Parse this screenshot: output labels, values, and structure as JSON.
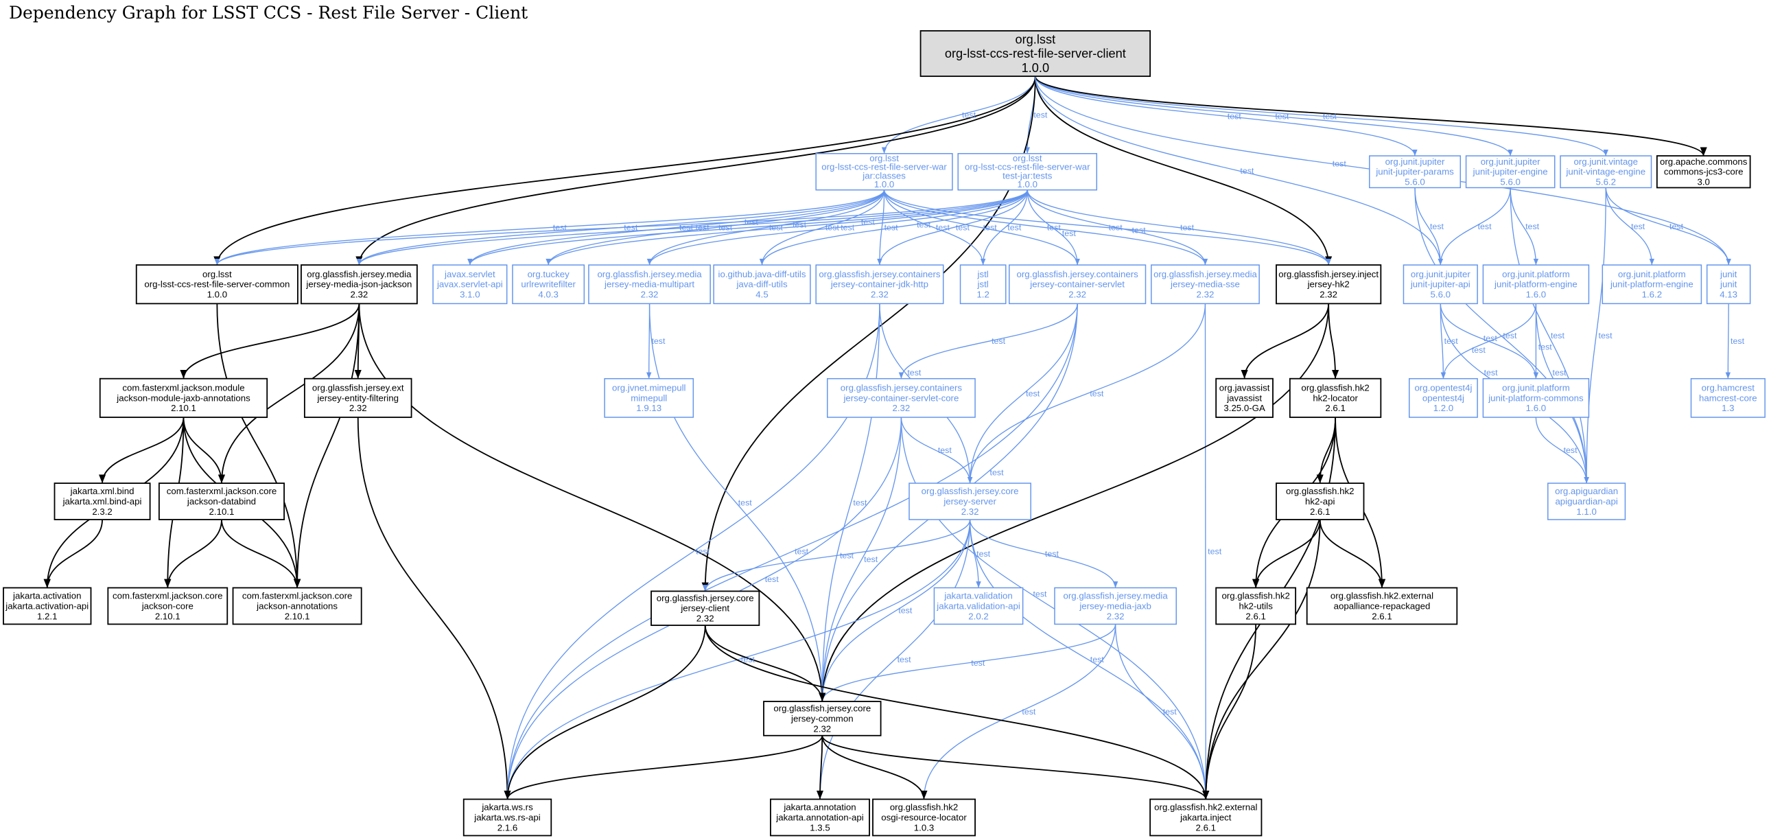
{
  "title": "Dependency Graph for LSST CCS - Rest File Server - Client",
  "colors": {
    "compile": "#000000",
    "test": "#6495ED",
    "root_fill": "#DCDCDC"
  },
  "nodes": [
    {
      "id": "root",
      "lines": [
        "org.lsst",
        "org-lsst-ccs-rest-file-server-client",
        "1.0.0"
      ],
      "scope": "root"
    },
    {
      "id": "warjar",
      "lines": [
        "org.lsst",
        "org-lsst-ccs-rest-file-server-war",
        "jar:classes",
        "1.0.0"
      ],
      "scope": "test"
    },
    {
      "id": "wartest",
      "lines": [
        "org.lsst",
        "org-lsst-ccs-rest-file-server-war",
        "test-jar:tests",
        "1.0.0"
      ],
      "scope": "test"
    },
    {
      "id": "jparams",
      "lines": [
        "org.junit.jupiter",
        "junit-jupiter-params",
        "5.6.0"
      ],
      "scope": "test"
    },
    {
      "id": "jengine",
      "lines": [
        "org.junit.jupiter",
        "junit-jupiter-engine",
        "5.6.0"
      ],
      "scope": "test"
    },
    {
      "id": "vintage",
      "lines": [
        "org.junit.vintage",
        "junit-vintage-engine",
        "5.6.2"
      ],
      "scope": "test"
    },
    {
      "id": "jcs3",
      "lines": [
        "org.apache.commons",
        "commons-jcs3-core",
        "3.0"
      ],
      "scope": "compile"
    },
    {
      "id": "common",
      "lines": [
        "org.lsst",
        "org-lsst-ccs-rest-file-server-common",
        "1.0.0"
      ],
      "scope": "compile"
    },
    {
      "id": "jjackson",
      "lines": [
        "org.glassfish.jersey.media",
        "jersey-media-json-jackson",
        "2.32"
      ],
      "scope": "compile"
    },
    {
      "id": "servletapi",
      "lines": [
        "javax.servlet",
        "javax.servlet-api",
        "3.1.0"
      ],
      "scope": "test"
    },
    {
      "id": "tuckey",
      "lines": [
        "org.tuckey",
        "urlrewritefilter",
        "4.0.3"
      ],
      "scope": "test"
    },
    {
      "id": "multipart",
      "lines": [
        "org.glassfish.jersey.media",
        "jersey-media-multipart",
        "2.32"
      ],
      "scope": "test"
    },
    {
      "id": "diffutils",
      "lines": [
        "io.github.java-diff-utils",
        "java-diff-utils",
        "4.5"
      ],
      "scope": "test"
    },
    {
      "id": "jdkhttp",
      "lines": [
        "org.glassfish.jersey.containers",
        "jersey-container-jdk-http",
        "2.32"
      ],
      "scope": "test"
    },
    {
      "id": "jstl",
      "lines": [
        "jstl",
        "jstl",
        "1.2"
      ],
      "scope": "test"
    },
    {
      "id": "cservlet",
      "lines": [
        "org.glassfish.jersey.containers",
        "jersey-container-servlet",
        "2.32"
      ],
      "scope": "test"
    },
    {
      "id": "sse",
      "lines": [
        "org.glassfish.jersey.media",
        "jersey-media-sse",
        "2.32"
      ],
      "scope": "test"
    },
    {
      "id": "jhk2",
      "lines": [
        "org.glassfish.jersey.inject",
        "jersey-hk2",
        "2.32"
      ],
      "scope": "compile"
    },
    {
      "id": "japi",
      "lines": [
        "org.junit.jupiter",
        "junit-jupiter-api",
        "5.6.0"
      ],
      "scope": "test"
    },
    {
      "id": "pengine",
      "lines": [
        "org.junit.platform",
        "junit-platform-engine",
        "1.6.0"
      ],
      "scope": "test"
    },
    {
      "id": "pengine162",
      "lines": [
        "org.junit.platform",
        "junit-platform-engine",
        "1.6.2"
      ],
      "scope": "test"
    },
    {
      "id": "junit",
      "lines": [
        "junit",
        "junit",
        "4.13"
      ],
      "scope": "test"
    },
    {
      "id": "jaxbann",
      "lines": [
        "com.fasterxml.jackson.module",
        "jackson-module-jaxb-annotations",
        "2.10.1"
      ],
      "scope": "compile"
    },
    {
      "id": "entfilt",
      "lines": [
        "org.glassfish.jersey.ext",
        "jersey-entity-filtering",
        "2.32"
      ],
      "scope": "compile"
    },
    {
      "id": "mimepull",
      "lines": [
        "org.jvnet.mimepull",
        "mimepull",
        "1.9.13"
      ],
      "scope": "test"
    },
    {
      "id": "servletcore",
      "lines": [
        "org.glassfish.jersey.containers",
        "jersey-container-servlet-core",
        "2.32"
      ],
      "scope": "test"
    },
    {
      "id": "javassist",
      "lines": [
        "org.javassist",
        "javassist",
        "3.25.0-GA"
      ],
      "scope": "compile"
    },
    {
      "id": "hk2loc",
      "lines": [
        "org.glassfish.hk2",
        "hk2-locator",
        "2.6.1"
      ],
      "scope": "compile"
    },
    {
      "id": "opentest",
      "lines": [
        "org.opentest4j",
        "opentest4j",
        "1.2.0"
      ],
      "scope": "test"
    },
    {
      "id": "pcommons",
      "lines": [
        "org.junit.platform",
        "junit-platform-commons",
        "1.6.0"
      ],
      "scope": "test"
    },
    {
      "id": "hamcrest",
      "lines": [
        "org.hamcrest",
        "hamcrest-core",
        "1.3"
      ],
      "scope": "test"
    },
    {
      "id": "xmlbind",
      "lines": [
        "jakarta.xml.bind",
        "jakarta.xml.bind-api",
        "2.3.2"
      ],
      "scope": "compile"
    },
    {
      "id": "databind",
      "lines": [
        "com.fasterxml.jackson.core",
        "jackson-databind",
        "2.10.1"
      ],
      "scope": "compile"
    },
    {
      "id": "jserver",
      "lines": [
        "org.glassfish.jersey.core",
        "jersey-server",
        "2.32"
      ],
      "scope": "test"
    },
    {
      "id": "hk2api",
      "lines": [
        "org.glassfish.hk2",
        "hk2-api",
        "2.6.1"
      ],
      "scope": "compile"
    },
    {
      "id": "apiguardian",
      "lines": [
        "org.apiguardian",
        "apiguardian-api",
        "1.1.0"
      ],
      "scope": "test"
    },
    {
      "id": "activation",
      "lines": [
        "jakarta.activation",
        "jakarta.activation-api",
        "1.2.1"
      ],
      "scope": "compile"
    },
    {
      "id": "jcore",
      "lines": [
        "com.fasterxml.jackson.core",
        "jackson-core",
        "2.10.1"
      ],
      "scope": "compile"
    },
    {
      "id": "jannot",
      "lines": [
        "com.fasterxml.jackson.core",
        "jackson-annotations",
        "2.10.1"
      ],
      "scope": "compile"
    },
    {
      "id": "jclient",
      "lines": [
        "org.glassfish.jersey.core",
        "jersey-client",
        "2.32"
      ],
      "scope": "compile"
    },
    {
      "id": "validation",
      "lines": [
        "jakarta.validation",
        "jakarta.validation-api",
        "2.0.2"
      ],
      "scope": "test"
    },
    {
      "id": "mjaxb",
      "lines": [
        "org.glassfish.jersey.media",
        "jersey-media-jaxb",
        "2.32"
      ],
      "scope": "test"
    },
    {
      "id": "hk2utils",
      "lines": [
        "org.glassfish.hk2",
        "hk2-utils",
        "2.6.1"
      ],
      "scope": "compile"
    },
    {
      "id": "aop",
      "lines": [
        "org.glassfish.hk2.external",
        "aopalliance-repackaged",
        "2.6.1"
      ],
      "scope": "compile"
    },
    {
      "id": "jcommon",
      "lines": [
        "org.glassfish.jersey.core",
        "jersey-common",
        "2.32"
      ],
      "scope": "compile"
    },
    {
      "id": "wsrs",
      "lines": [
        "jakarta.ws.rs",
        "jakarta.ws.rs-api",
        "2.1.6"
      ],
      "scope": "compile"
    },
    {
      "id": "annapi",
      "lines": [
        "jakarta.annotation",
        "jakarta.annotation-api",
        "1.3.5"
      ],
      "scope": "compile"
    },
    {
      "id": "osgi",
      "lines": [
        "org.glassfish.hk2",
        "osgi-resource-locator",
        "1.0.3"
      ],
      "scope": "compile"
    },
    {
      "id": "inject",
      "lines": [
        "org.glassfish.hk2.external",
        "jakarta.inject",
        "2.6.1"
      ],
      "scope": "compile"
    }
  ],
  "edges": [
    {
      "from": "root",
      "to": "warjar",
      "label": "test"
    },
    {
      "from": "root",
      "to": "wartest",
      "label": "test"
    },
    {
      "from": "root",
      "to": "common",
      "label": ""
    },
    {
      "from": "root",
      "to": "jjackson",
      "label": ""
    },
    {
      "from": "root",
      "to": "jclient",
      "label": ""
    },
    {
      "from": "root",
      "to": "jhk2",
      "label": ""
    },
    {
      "from": "root",
      "to": "jparams",
      "label": "test"
    },
    {
      "from": "root",
      "to": "jengine",
      "label": "test"
    },
    {
      "from": "root",
      "to": "vintage",
      "label": "test"
    },
    {
      "from": "root",
      "to": "jcs3",
      "label": ""
    },
    {
      "from": "root",
      "to": "japi",
      "label": "test"
    },
    {
      "from": "root",
      "to": "junit",
      "label": "test"
    },
    {
      "from": "warjar",
      "to": "common",
      "label": "test"
    },
    {
      "from": "warjar",
      "to": "jjackson",
      "label": "test"
    },
    {
      "from": "warjar",
      "to": "servletapi",
      "label": "test"
    },
    {
      "from": "warjar",
      "to": "tuckey",
      "label": "test"
    },
    {
      "from": "warjar",
      "to": "multipart",
      "label": "test"
    },
    {
      "from": "warjar",
      "to": "diffutils",
      "label": "test"
    },
    {
      "from": "warjar",
      "to": "jdkhttp",
      "label": "test"
    },
    {
      "from": "warjar",
      "to": "jstl",
      "label": "test"
    },
    {
      "from": "warjar",
      "to": "cservlet",
      "label": "test"
    },
    {
      "from": "warjar",
      "to": "sse",
      "label": "test"
    },
    {
      "from": "warjar",
      "to": "jhk2",
      "label": "test"
    },
    {
      "from": "wartest",
      "to": "common",
      "label": "test"
    },
    {
      "from": "wartest",
      "to": "jjackson",
      "label": "test"
    },
    {
      "from": "wartest",
      "to": "servletapi",
      "label": "test"
    },
    {
      "from": "wartest",
      "to": "tuckey",
      "label": "test"
    },
    {
      "from": "wartest",
      "to": "multipart",
      "label": "test"
    },
    {
      "from": "wartest",
      "to": "diffutils",
      "label": "test"
    },
    {
      "from": "wartest",
      "to": "jdkhttp",
      "label": "test"
    },
    {
      "from": "wartest",
      "to": "jstl",
      "label": "test"
    },
    {
      "from": "wartest",
      "to": "cservlet",
      "label": "test"
    },
    {
      "from": "wartest",
      "to": "sse",
      "label": "test"
    },
    {
      "from": "wartest",
      "to": "jhk2",
      "label": "test"
    },
    {
      "from": "common",
      "to": "jannot",
      "label": ""
    },
    {
      "from": "jjackson",
      "to": "jaxbann",
      "label": ""
    },
    {
      "from": "jjackson",
      "to": "entfilt",
      "label": ""
    },
    {
      "from": "jjackson",
      "to": "databind",
      "label": ""
    },
    {
      "from": "jjackson",
      "to": "jannot",
      "label": ""
    },
    {
      "from": "jjackson",
      "to": "jcommon",
      "label": ""
    },
    {
      "from": "jaxbann",
      "to": "xmlbind",
      "label": ""
    },
    {
      "from": "jaxbann",
      "to": "activation",
      "label": ""
    },
    {
      "from": "jaxbann",
      "to": "databind",
      "label": ""
    },
    {
      "from": "jaxbann",
      "to": "jcore",
      "label": ""
    },
    {
      "from": "jaxbann",
      "to": "jannot",
      "label": ""
    },
    {
      "from": "xmlbind",
      "to": "activation",
      "label": ""
    },
    {
      "from": "databind",
      "to": "jcore",
      "label": ""
    },
    {
      "from": "databind",
      "to": "jannot",
      "label": ""
    },
    {
      "from": "entfilt",
      "to": "wsrs",
      "label": ""
    },
    {
      "from": "multipart",
      "to": "mimepull",
      "label": "test"
    },
    {
      "from": "multipart",
      "to": "jcommon",
      "label": "test"
    },
    {
      "from": "jdkhttp",
      "to": "jcommon",
      "label": "test"
    },
    {
      "from": "jdkhttp",
      "to": "wsrs",
      "label": "test"
    },
    {
      "from": "jdkhttp",
      "to": "jserver",
      "label": "test"
    },
    {
      "from": "cservlet",
      "to": "servletcore",
      "label": "test"
    },
    {
      "from": "cservlet",
      "to": "jserver",
      "label": "test"
    },
    {
      "from": "cservlet",
      "to": "wsrs",
      "label": "test"
    },
    {
      "from": "cservlet",
      "to": "jcommon",
      "label": "test"
    },
    {
      "from": "servletcore",
      "to": "jserver",
      "label": "test"
    },
    {
      "from": "servletcore",
      "to": "jcommon",
      "label": "test"
    },
    {
      "from": "servletcore",
      "to": "wsrs",
      "label": "test"
    },
    {
      "from": "servletcore",
      "to": "inject",
      "label": "test"
    },
    {
      "from": "sse",
      "to": "jserver",
      "label": "test"
    },
    {
      "from": "sse",
      "to": "inject",
      "label": "test"
    },
    {
      "from": "jhk2",
      "to": "jcommon",
      "label": ""
    },
    {
      "from": "jhk2",
      "to": "javassist",
      "label": ""
    },
    {
      "from": "jhk2",
      "to": "hk2loc",
      "label": ""
    },
    {
      "from": "jserver",
      "to": "jclient",
      "label": "test"
    },
    {
      "from": "jserver",
      "to": "wsrs",
      "label": "test"
    },
    {
      "from": "jserver",
      "to": "jcommon",
      "label": "test"
    },
    {
      "from": "jserver",
      "to": "validation",
      "label": "test"
    },
    {
      "from": "jserver",
      "to": "mjaxb",
      "label": "test"
    },
    {
      "from": "jserver",
      "to": "inject",
      "label": "test"
    },
    {
      "from": "jserver",
      "to": "annapi",
      "label": "test"
    },
    {
      "from": "mjaxb",
      "to": "jcommon",
      "label": "test"
    },
    {
      "from": "mjaxb",
      "to": "osgi",
      "label": "test"
    },
    {
      "from": "mjaxb",
      "to": "inject",
      "label": "test"
    },
    {
      "from": "jclient",
      "to": "jcommon",
      "label": ""
    },
    {
      "from": "jclient",
      "to": "wsrs",
      "label": ""
    },
    {
      "from": "jclient",
      "to": "inject",
      "label": ""
    },
    {
      "from": "jcommon",
      "to": "wsrs",
      "label": ""
    },
    {
      "from": "jcommon",
      "to": "annapi",
      "label": ""
    },
    {
      "from": "jcommon",
      "to": "osgi",
      "label": ""
    },
    {
      "from": "jcommon",
      "to": "inject",
      "label": ""
    },
    {
      "from": "hk2loc",
      "to": "hk2api",
      "label": ""
    },
    {
      "from": "hk2loc",
      "to": "hk2utils",
      "label": ""
    },
    {
      "from": "hk2loc",
      "to": "aop",
      "label": ""
    },
    {
      "from": "hk2loc",
      "to": "inject",
      "label": ""
    },
    {
      "from": "hk2api",
      "to": "hk2utils",
      "label": ""
    },
    {
      "from": "hk2api",
      "to": "aop",
      "label": ""
    },
    {
      "from": "hk2api",
      "to": "inject",
      "label": ""
    },
    {
      "from": "hk2utils",
      "to": "inject",
      "label": ""
    },
    {
      "from": "jparams",
      "to": "japi",
      "label": "test"
    },
    {
      "from": "jparams",
      "to": "apiguardian",
      "label": "test"
    },
    {
      "from": "jengine",
      "to": "japi",
      "label": "test"
    },
    {
      "from": "jengine",
      "to": "pengine",
      "label": "test"
    },
    {
      "from": "jengine",
      "to": "apiguardian",
      "label": "test"
    },
    {
      "from": "vintage",
      "to": "pengine162",
      "label": "test"
    },
    {
      "from": "vintage",
      "to": "junit",
      "label": "test"
    },
    {
      "from": "vintage",
      "to": "apiguardian",
      "label": "test"
    },
    {
      "from": "japi",
      "to": "opentest",
      "label": "test"
    },
    {
      "from": "japi",
      "to": "pcommons",
      "label": "test"
    },
    {
      "from": "japi",
      "to": "apiguardian",
      "label": "test"
    },
    {
      "from": "pengine",
      "to": "opentest",
      "label": "test"
    },
    {
      "from": "pengine",
      "to": "pcommons",
      "label": "test"
    },
    {
      "from": "pengine",
      "to": "apiguardian",
      "label": "test"
    },
    {
      "from": "pcommons",
      "to": "apiguardian",
      "label": "test"
    },
    {
      "from": "junit",
      "to": "hamcrest",
      "label": "test"
    }
  ]
}
